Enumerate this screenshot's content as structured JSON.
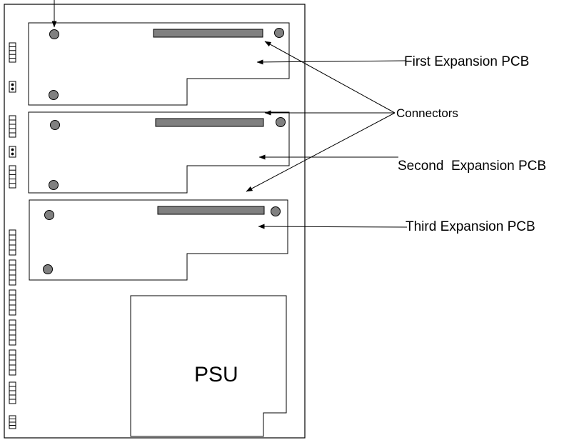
{
  "labels": {
    "first_pcb": "First Expansion PCB",
    "connectors": "Connectors",
    "second_pcb": "Second  Expansion PCB",
    "third_pcb": "Third Expansion PCB",
    "psu": "PSU"
  },
  "colors": {
    "line": "#000000",
    "connector_fill": "#808080",
    "standoff_fill": "#808080"
  }
}
